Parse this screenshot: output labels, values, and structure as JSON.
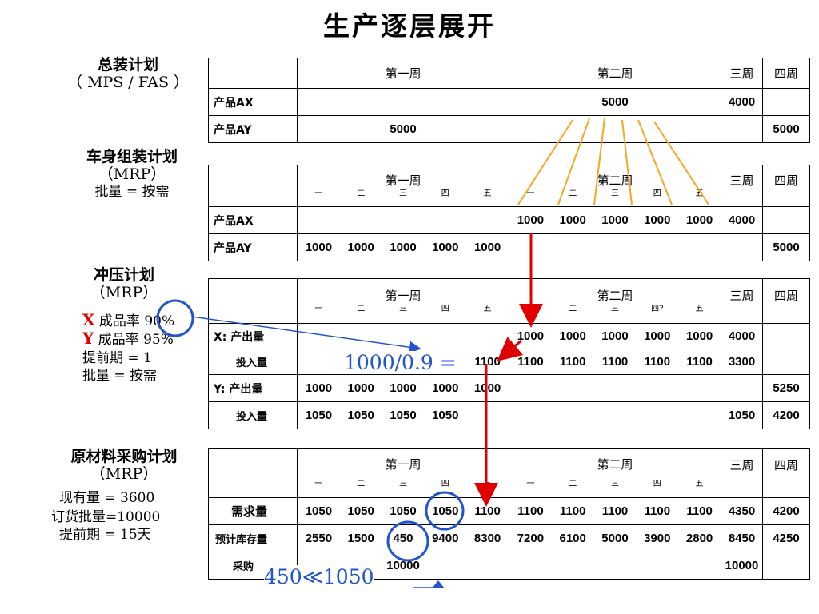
{
  "title": "生产逐层展开",
  "mps": {
    "line1": "总装计划",
    "line2": "（ MPS / FAS ）"
  },
  "body": {
    "line1": "车身组装计划",
    "line2": "（MRP）",
    "line3": "批量 = 按需"
  },
  "stamp": {
    "line1": "冲压计划",
    "line2": "（MRP）",
    "x_letter": "X",
    "x_text": " 成品率 90%",
    "y_letter": "Y",
    "y_text": " 成品率 95%",
    "lead": "提前期 = 1",
    "lot": "批量 = 按需"
  },
  "raw": {
    "line1": "原材料采购计划",
    "line2": "（MRP）",
    "l3": "现有量 = 3600",
    "l4": "订货批量=10000",
    "l5": "提前期 = 15天"
  },
  "headers": {
    "w1": "第一周",
    "w2": "第二周",
    "w3": "三周",
    "w4": "四周"
  },
  "days": [
    "一",
    "二",
    "三",
    "四",
    "五"
  ],
  "days_w2_stamp": [
    "一",
    "二",
    "三",
    "四?",
    "五"
  ],
  "t1": {
    "ax": {
      "label": "产品AX",
      "w2": "5000",
      "w3": "4000",
      "w4": ""
    },
    "ay": {
      "label": "产品AY",
      "w1": "5000",
      "w3": "",
      "w4": "5000"
    }
  },
  "t2": {
    "ax": {
      "label": "产品AX",
      "w2": [
        "1000",
        "1000",
        "1000",
        "1000",
        "1000"
      ],
      "w3": "4000",
      "w4": ""
    },
    "ay": {
      "label": "产品AY",
      "w1": [
        "1000",
        "1000",
        "1000",
        "1000",
        "1000"
      ],
      "w3": "",
      "w4": "5000"
    }
  },
  "t3": {
    "xo": {
      "label": "X: 产出量",
      "w2": [
        "1000",
        "1000",
        "1000",
        "1000",
        "1000"
      ],
      "w3": "4000",
      "w4": ""
    },
    "xi": {
      "label": "投入量",
      "w1": [
        "",
        "",
        "",
        "",
        "1100"
      ],
      "w2": [
        "1100",
        "1100",
        "1100",
        "1100",
        "1100"
      ],
      "w3": "3300",
      "w4": ""
    },
    "yo": {
      "label": "Y: 产出量",
      "w1": [
        "1000",
        "1000",
        "1000",
        "1000",
        "1000"
      ],
      "w3": "",
      "w4": "5250"
    },
    "yi": {
      "label": "投入量",
      "w1": [
        "1050",
        "1050",
        "1050",
        "1050",
        ""
      ],
      "w3": "1050",
      "w4": "4200"
    }
  },
  "t4": {
    "req": {
      "label": "需求量",
      "w1": [
        "1050",
        "1050",
        "1050",
        "1050",
        "1100"
      ],
      "w2": [
        "1100",
        "1100",
        "1100",
        "1100",
        "1100"
      ],
      "w3": "4350",
      "w4": "4200"
    },
    "inv": {
      "label": "预计库存量",
      "w1": [
        "2550",
        "1500",
        "450",
        "9400",
        "8300"
      ],
      "w2": [
        "7200",
        "6100",
        "5000",
        "3900",
        "2800"
      ],
      "w3": "8450",
      "w4": "4250"
    },
    "pur": {
      "label": "采购",
      "w1": "10000",
      "w3": "10000",
      "w4": ""
    }
  },
  "formula1": "1000/0.9 =",
  "formula2": "450≪1050",
  "colors": {
    "red": "#e00000",
    "blue": "#2255cc",
    "orange": "#f5a623"
  }
}
